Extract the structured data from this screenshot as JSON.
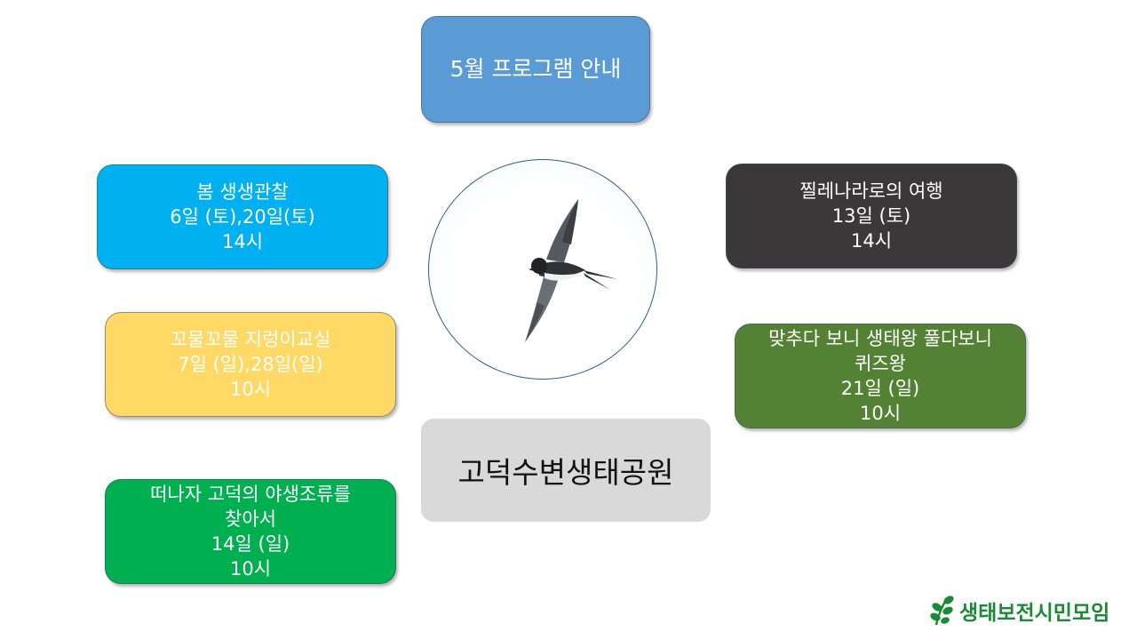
{
  "title": "5월 프로그램 안내",
  "programs": {
    "spring": {
      "name": "봄 생생관찰",
      "date": "6일 (토),20일(토)",
      "time": "14시"
    },
    "chile": {
      "name": "찔레나라로의 여행",
      "date": "13일 (토)",
      "time": "14시"
    },
    "worm": {
      "name": "꼬물꼬물 지렁이교실",
      "date": "7일 (일),28일(일)",
      "time": "10시"
    },
    "quiz": {
      "name_line1": "맞추다 보니 생태왕 풀다보니",
      "name_line2": "퀴즈왕",
      "date": "21일 (일)",
      "time": "10시"
    },
    "birds": {
      "name_line1": "떠나자 고덕의 야생조류를",
      "name_line2": "찾아서",
      "date": "14일 (일)",
      "time": "10시"
    }
  },
  "park": "고덕수변생태공원",
  "logo": {
    "text": "생태보전시민모임",
    "icon": "leaf-sprig-icon"
  },
  "illustration": {
    "icon": "swallow-icon"
  },
  "colors": {
    "title": "#5b9bd5",
    "spring": "#00b0f0",
    "chile": "#3a3838",
    "worm": "#ffd966",
    "quiz": "#548235",
    "birds": "#00b050",
    "park": "#d9d9d9",
    "logo": "#1a8a37"
  }
}
